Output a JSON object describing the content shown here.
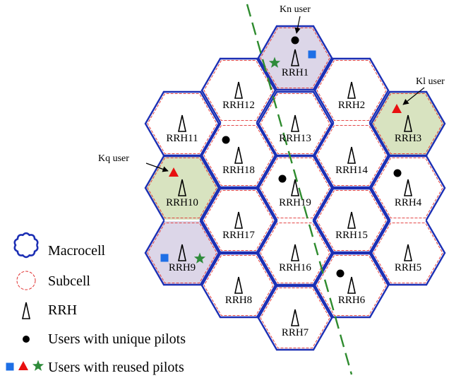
{
  "cells": [
    {
      "id": "RRH1",
      "label": "RRH1",
      "fill": "#dcd6e8"
    },
    {
      "id": "RRH2",
      "label": "RRH2",
      "fill": "none"
    },
    {
      "id": "RRH3",
      "label": "RRH3",
      "fill": "#d8e3c0"
    },
    {
      "id": "RRH4",
      "label": "RRH4",
      "fill": "none"
    },
    {
      "id": "RRH5",
      "label": "RRH5",
      "fill": "none"
    },
    {
      "id": "RRH6",
      "label": "RRH6",
      "fill": "none"
    },
    {
      "id": "RRH7",
      "label": "RRH7",
      "fill": "none"
    },
    {
      "id": "RRH8",
      "label": "RRH8",
      "fill": "none"
    },
    {
      "id": "RRH9",
      "label": "RRH9",
      "fill": "#dcd6e8"
    },
    {
      "id": "RRH10",
      "label": "RRH10",
      "fill": "#d8e3c0"
    },
    {
      "id": "RRH11",
      "label": "RRH11",
      "fill": "none"
    },
    {
      "id": "RRH12",
      "label": "RRH12",
      "fill": "none"
    },
    {
      "id": "RRH13",
      "label": "RRH13",
      "fill": "none"
    },
    {
      "id": "RRH14",
      "label": "RRH14",
      "fill": "none"
    },
    {
      "id": "RRH15",
      "label": "RRH15",
      "fill": "none"
    },
    {
      "id": "RRH16",
      "label": "RRH16",
      "fill": "none"
    },
    {
      "id": "RRH17",
      "label": "RRH17",
      "fill": "none"
    },
    {
      "id": "RRH18",
      "label": "RRH18",
      "fill": "none"
    },
    {
      "id": "RRH19",
      "label": "RRH19",
      "fill": "none"
    }
  ],
  "annotations": {
    "kn": "Kn user",
    "kl": "Kl user",
    "kq": "Kq user"
  },
  "legend": {
    "macrocell": "Macrocell",
    "subcell": "Subcell",
    "rrh": "RRH",
    "unique": "Users with unique pilots",
    "reused": "Users with reused pilots"
  },
  "colors": {
    "macrocell_border": "#1c2fb4",
    "subcell_border": "#e03030",
    "divider_line": "#2e8b2e",
    "user_unique": "#000000",
    "user_square": "#1e6fe6",
    "user_triangle": "#e81010",
    "user_star": "#2e8b3a"
  }
}
